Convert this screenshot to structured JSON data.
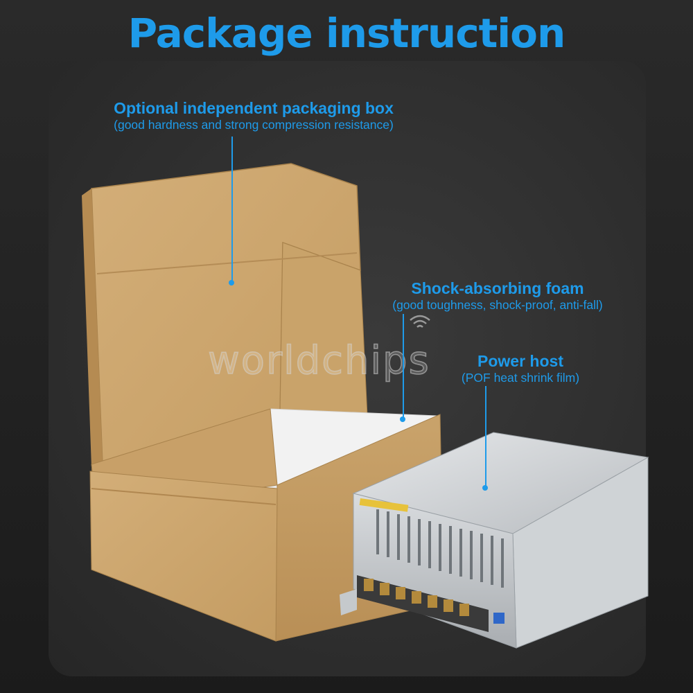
{
  "title": "Package instruction",
  "colors": {
    "accent": "#1e9bea",
    "background": "#1f1f1f",
    "panel": "#333333"
  },
  "callouts": [
    {
      "id": "box",
      "title": "Optional independent packaging box",
      "subtitle": "(good hardness and strong compression resistance)"
    },
    {
      "id": "foam",
      "title": "Shock-absorbing foam",
      "subtitle": "(good toughness, shock-proof, anti-fall)"
    },
    {
      "id": "host",
      "title": "Power host",
      "subtitle": "(POF heat shrink film)"
    }
  ],
  "watermark": "worldchips"
}
